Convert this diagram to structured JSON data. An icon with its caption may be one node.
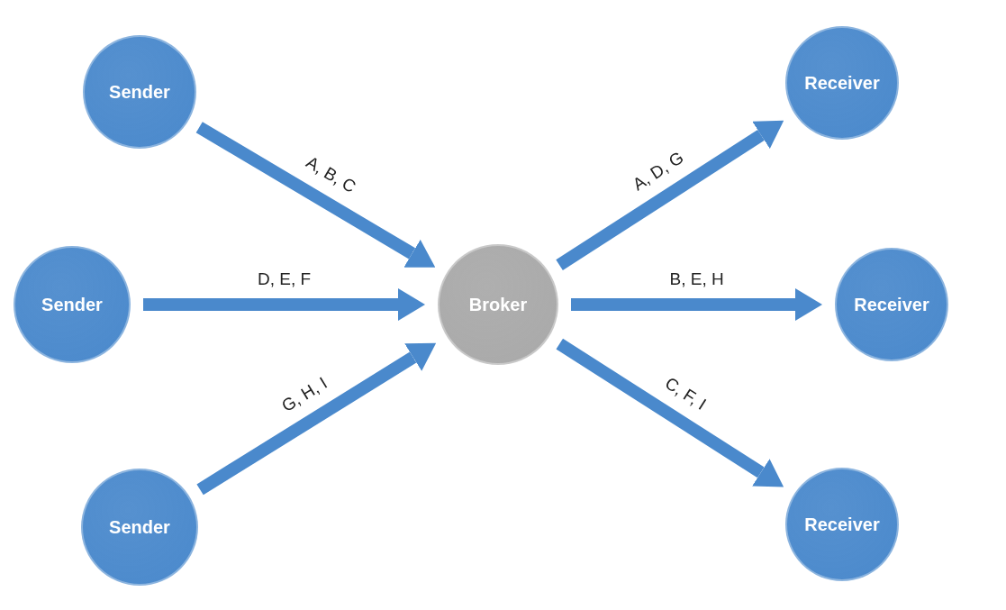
{
  "diagram": {
    "nodes": [
      {
        "text": [
          "Sender"
        ]
      },
      {
        "text": [
          "Sender"
        ]
      },
      {
        "text": [
          "Sender"
        ]
      },
      {
        "text": [
          "Broker"
        ]
      },
      {
        "text": [
          "Receiver"
        ]
      },
      {
        "text": [
          "Receiver"
        ]
      },
      {
        "text": [
          "Receiver"
        ]
      }
    ],
    "edges": [
      {
        "from": 0,
        "to": 3,
        "arrow": "to",
        "label": "A, B, C"
      },
      {
        "from": 1,
        "to": 3,
        "arrow": "to",
        "label": "D, E, F"
      },
      {
        "from": 2,
        "to": 3,
        "arrow": "to",
        "label": "G, H, I"
      },
      {
        "from": 3,
        "to": 4,
        "arrow": "to",
        "label": "A, D, G"
      },
      {
        "from": 3,
        "to": 5,
        "arrow": "to",
        "label": "B, E, H"
      },
      {
        "from": 3,
        "to": 6,
        "arrow": "to",
        "label": "C, F, I"
      }
    ]
  }
}
